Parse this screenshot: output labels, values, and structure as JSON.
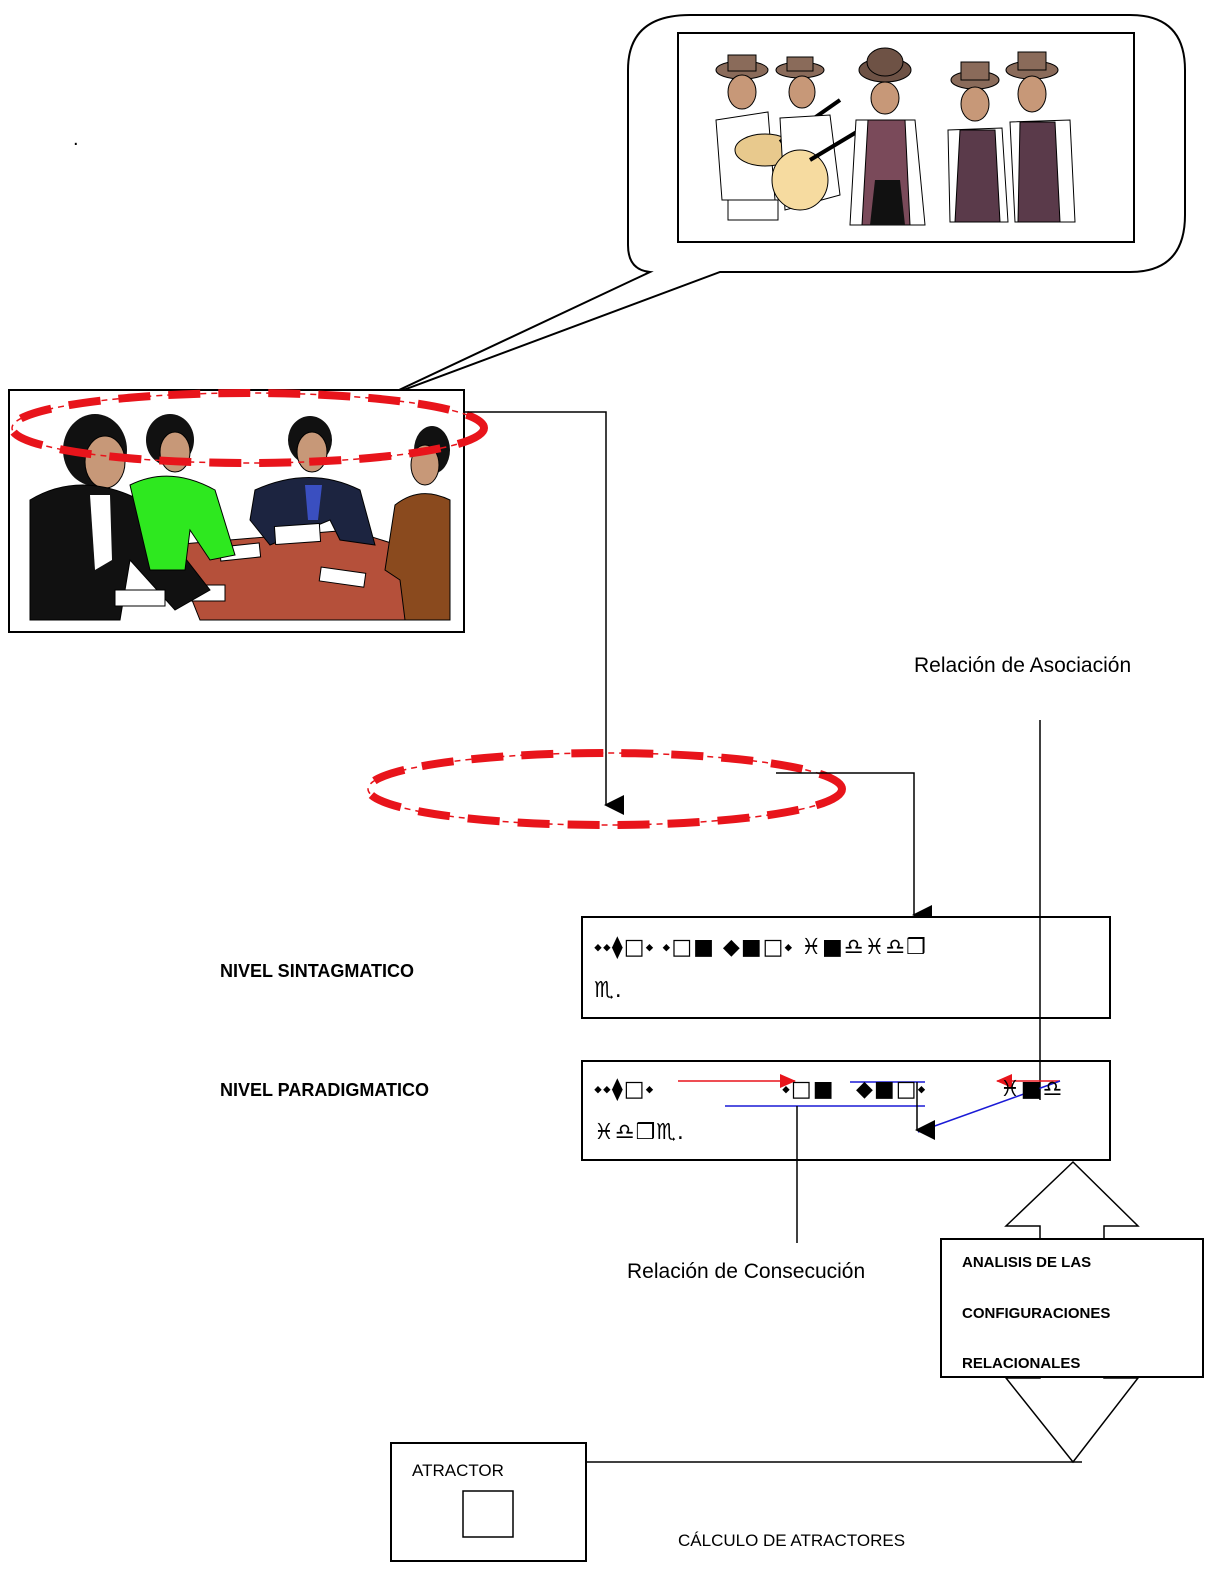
{
  "stray_mark": ".",
  "labels": {
    "asociacion": "Relación de Asociación",
    "consecucion": "Relación de Consecución",
    "nivel_sintagmatico": "NIVEL SINTAGMATICO",
    "nivel_paradigmatico": "NIVEL PARADIGMATICO",
    "atractor": "ATRACTOR",
    "calculo": "CÁLCULO DE ATRACTORES"
  },
  "analysis_box": {
    "line1": "ANALISIS DE LAS",
    "line2": "CONFIGURACIONES",
    "line3": "RELACIONALES"
  },
  "sintagmatico_text": {
    "line1": "⬩⬩⧫□⬩   ⬩□■   ◆■□⬩   ♓■♎♓♎❒",
    "line2": "♏."
  },
  "paradigmatico_text": {
    "line1a": "⬩⬩⧫□⬩",
    "line1b": "⬩□■",
    "line1c": "◆■□⬩",
    "line1d": "♓■♎",
    "line2": "♓♎❒♏."
  },
  "colors": {
    "ellipse_dash": "#e8141b",
    "arrow_red": "#e8141b",
    "arrow_blue": "#1a1ad6",
    "table": "#b5503a",
    "green_shirt": "#2ee81f"
  },
  "images": {
    "meeting": "business-meeting-clipart",
    "musicians": "andean-musicians-clipart"
  }
}
